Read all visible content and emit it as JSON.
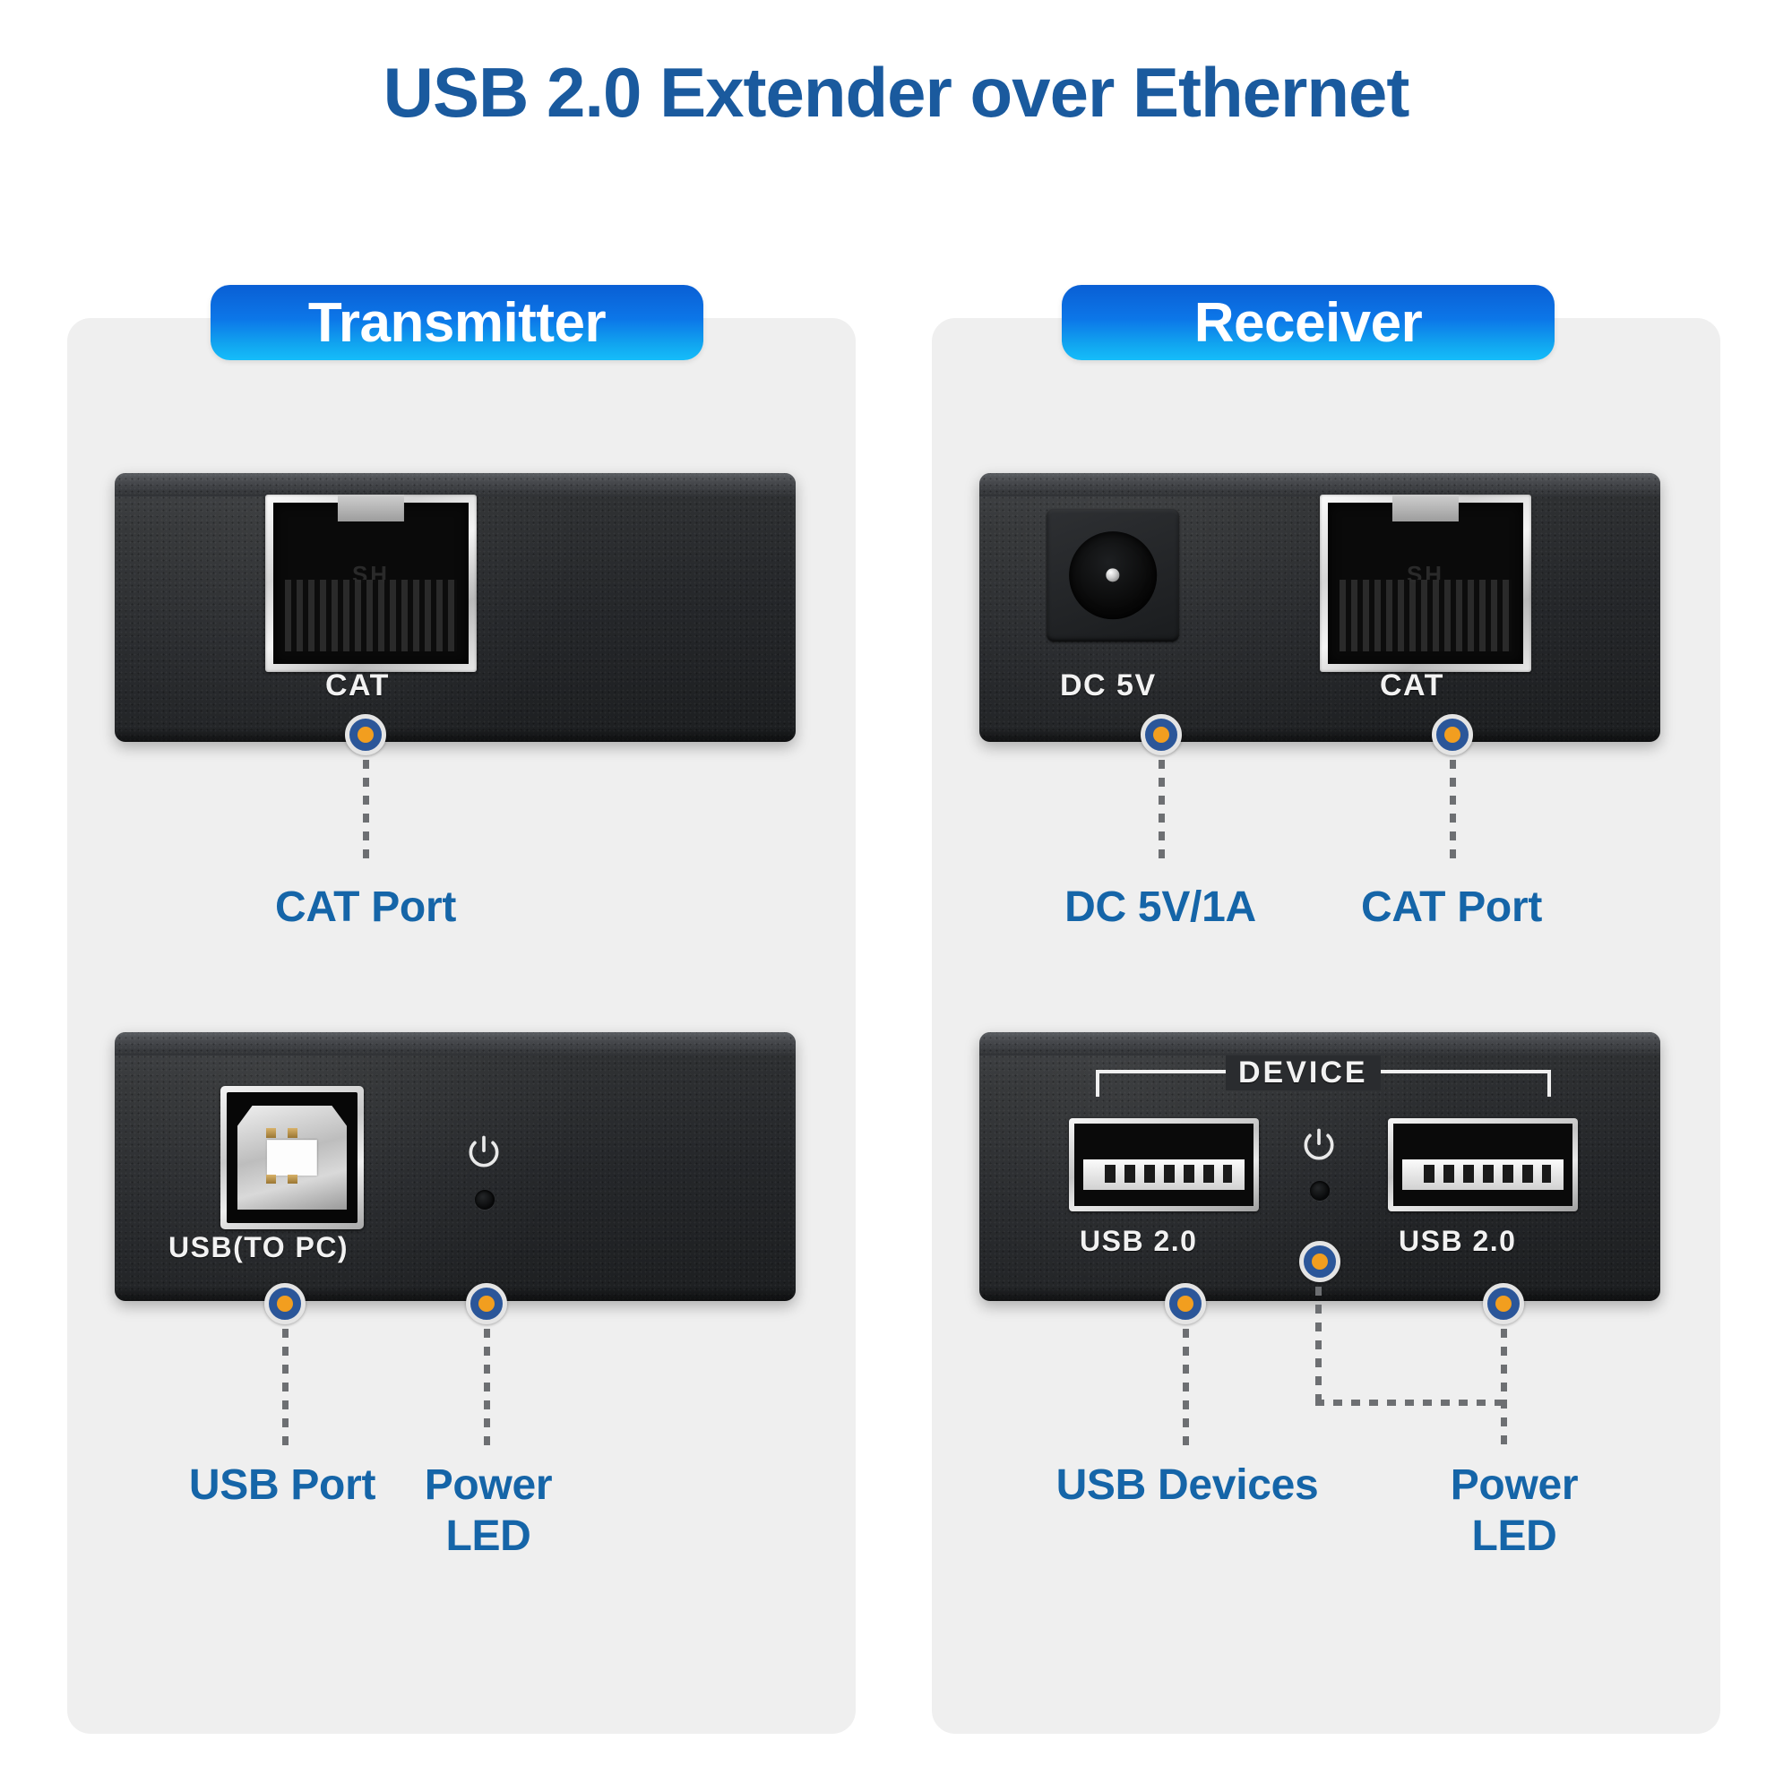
{
  "title": "USB 2.0 Extender over Ethernet",
  "colors": {
    "title_blue": "#1a5a9e",
    "callout_blue": "#1565a8",
    "badge_gradient_top": "#0a5fd4",
    "badge_gradient_bottom": "#15bdfa",
    "panel_bg": "#efefef",
    "marker_ring": "#2b5699",
    "marker_center": "#f29e1f",
    "device_body": "#2a2c2f"
  },
  "transmitter": {
    "badge_label": "Transmitter",
    "top_device": {
      "silk_labels": [
        {
          "name": "cat",
          "text": "CAT"
        }
      ],
      "ports": [
        {
          "name": "rj45-port",
          "type": "rj45",
          "shield_text": "SH"
        }
      ]
    },
    "bottom_device": {
      "silk_labels": [
        {
          "name": "usb-to-pc",
          "text": "USB(TO PC)"
        }
      ],
      "ports": [
        {
          "name": "usb-b-port",
          "type": "usb-b"
        },
        {
          "name": "power-led",
          "type": "led",
          "glyph": "power-icon"
        }
      ]
    },
    "callouts": [
      {
        "name": "cat-port",
        "text": "CAT Port"
      },
      {
        "name": "usb-port",
        "text": "USB Port"
      },
      {
        "name": "power-led",
        "text": "Power\nLED"
      }
    ]
  },
  "receiver": {
    "badge_label": "Receiver",
    "top_device": {
      "silk_labels": [
        {
          "name": "dc-5v",
          "text": "DC 5V"
        },
        {
          "name": "cat",
          "text": "CAT"
        }
      ],
      "ports": [
        {
          "name": "dc-jack",
          "type": "dc-jack"
        },
        {
          "name": "rj45-port",
          "type": "rj45",
          "shield_text": "SH"
        }
      ]
    },
    "bottom_device": {
      "silk_labels": [
        {
          "name": "device-bracket",
          "text": "DEVICE"
        },
        {
          "name": "usb-20-left",
          "text": "USB 2.0"
        },
        {
          "name": "usb-20-right",
          "text": "USB 2.0"
        }
      ],
      "ports": [
        {
          "name": "usb-a-left",
          "type": "usb-a"
        },
        {
          "name": "usb-a-right",
          "type": "usb-a"
        },
        {
          "name": "power-led",
          "type": "led",
          "glyph": "power-icon"
        }
      ]
    },
    "callouts": [
      {
        "name": "dc-5v-1a",
        "text": "DC 5V/1A"
      },
      {
        "name": "cat-port",
        "text": "CAT Port"
      },
      {
        "name": "usb-devices",
        "text": "USB Devices"
      },
      {
        "name": "power-led",
        "text": "Power\nLED"
      }
    ]
  }
}
